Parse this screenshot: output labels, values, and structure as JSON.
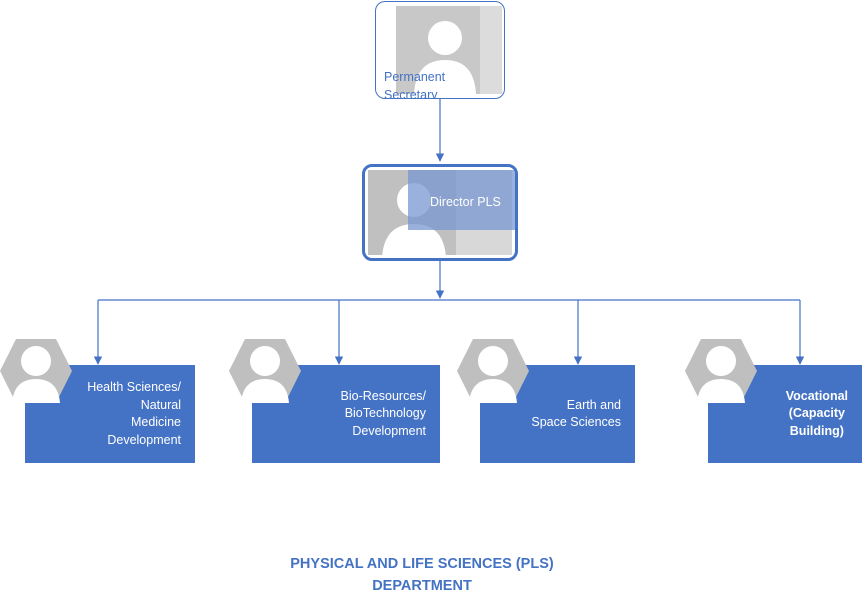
{
  "top_node": {
    "label_line1": "Permanent",
    "label_line2": "Secretary",
    "icon": "person-placeholder-icon"
  },
  "director_node": {
    "label": "Director PLS",
    "icon": "person-placeholder-icon"
  },
  "departments": [
    {
      "label": "Health Sciences/\nNatural\nMedicine\nDevelopment",
      "icon": "person-placeholder-icon"
    },
    {
      "label": "Bio-Resources/\nBioTechnology\nDevelopment",
      "icon": "person-placeholder-icon"
    },
    {
      "label": "Earth and\nSpace Sciences",
      "icon": "person-placeholder-icon"
    },
    {
      "label": "Vocational\n(Capacity\nBuilding)",
      "icon": "person-placeholder-icon"
    }
  ],
  "footer_title": {
    "line1": "PHYSICAL AND LIFE SCIENCES (PLS)",
    "line2": "DEPARTMENT"
  },
  "colors": {
    "accent": "#4472c4",
    "placeholder_gray": "#bfbfbf",
    "text_on_accent": "#ffffff"
  }
}
